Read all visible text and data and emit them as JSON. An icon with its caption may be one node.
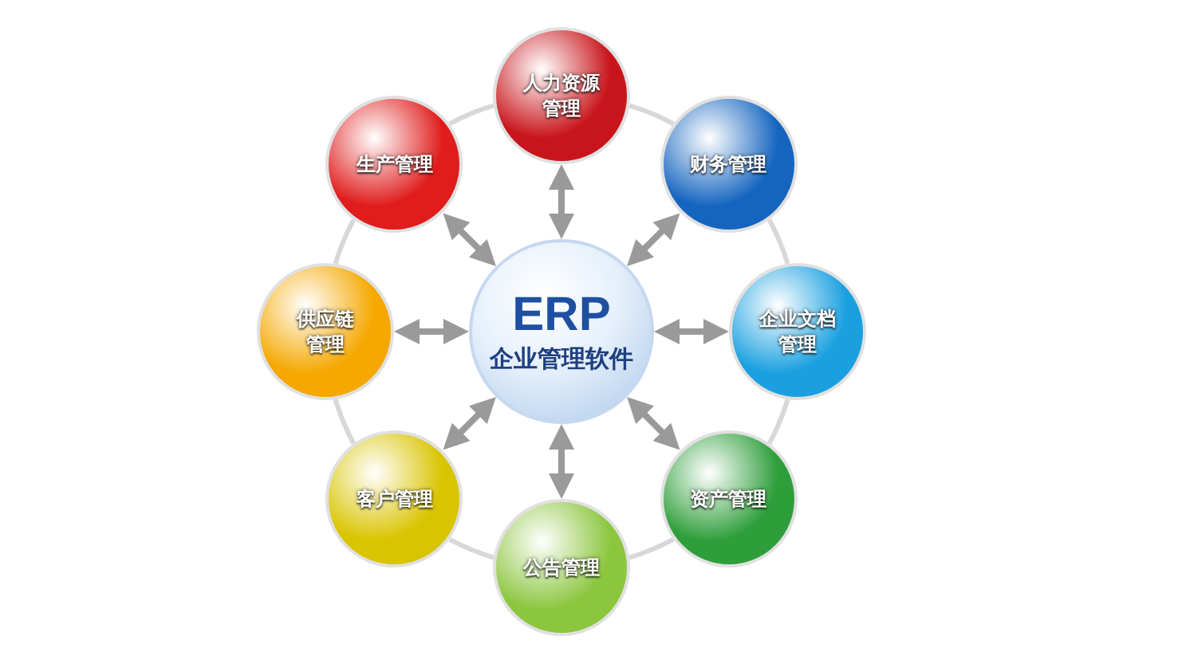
{
  "diagram": {
    "nodes": [
      {
        "text": [
          "ERP",
          "企业管理软件"
        ]
      },
      {
        "text": [
          "人力资源管理"
        ]
      },
      {
        "text": [
          "财务管理"
        ]
      },
      {
        "text": [
          "企业文档管理"
        ]
      },
      {
        "text": [
          "资产管理"
        ]
      },
      {
        "text": [
          "公告管理"
        ]
      },
      {
        "text": [
          "客户管理"
        ]
      },
      {
        "text": [
          "供应链管理"
        ]
      },
      {
        "text": [
          "生产管理"
        ]
      }
    ],
    "edges": [
      {
        "from": 0,
        "to": 1,
        "arrow": "both"
      },
      {
        "from": 0,
        "to": 2,
        "arrow": "both"
      },
      {
        "from": 0,
        "to": 3,
        "arrow": "both"
      },
      {
        "from": 0,
        "to": 4,
        "arrow": "both"
      },
      {
        "from": 0,
        "to": 5,
        "arrow": "both"
      },
      {
        "from": 0,
        "to": 6,
        "arrow": "both"
      },
      {
        "from": 0,
        "to": 7,
        "arrow": "both"
      },
      {
        "from": 0,
        "to": 8,
        "arrow": "both"
      },
      {
        "from": 1,
        "to": 2,
        "arrow": "none"
      },
      {
        "from": 2,
        "to": 3,
        "arrow": "none"
      },
      {
        "from": 3,
        "to": 4,
        "arrow": "none"
      },
      {
        "from": 4,
        "to": 5,
        "arrow": "none"
      },
      {
        "from": 5,
        "to": 6,
        "arrow": "none"
      },
      {
        "from": 6,
        "to": 7,
        "arrow": "none"
      },
      {
        "from": 7,
        "to": 8,
        "arrow": "none"
      },
      {
        "from": 8,
        "to": 1,
        "arrow": "none"
      }
    ]
  }
}
